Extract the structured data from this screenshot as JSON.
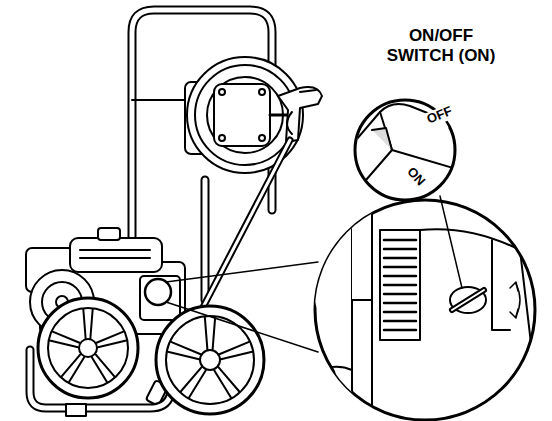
{
  "diagram": {
    "labels": [
      "ON/OFF SWITCH (ON)",
      "OFF",
      "ON"
    ]
  }
}
